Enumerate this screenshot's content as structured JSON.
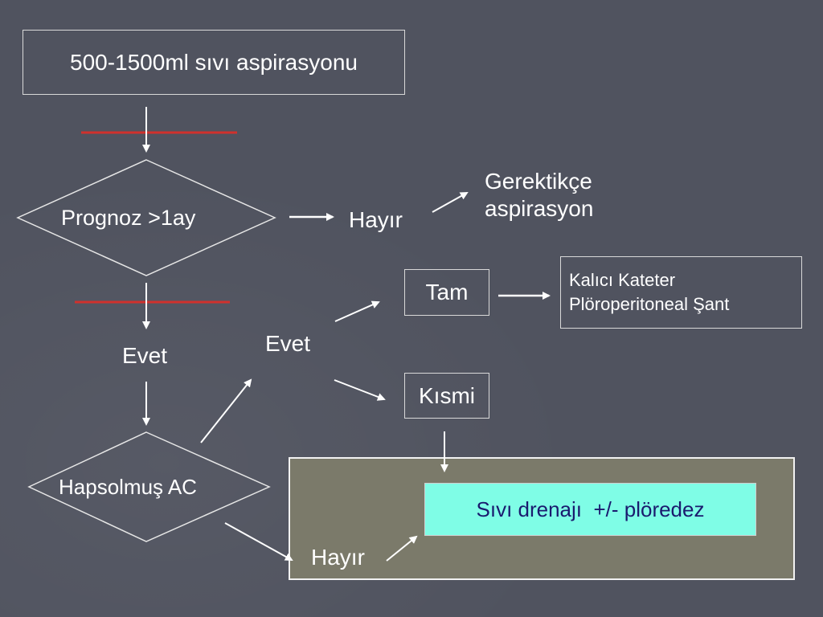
{
  "nodes": {
    "aspiration": "500-1500ml sıvı aspirasyonu",
    "prognosis": "Prognoz >1ay",
    "no_1": "Hayır",
    "as_needed": "Gerektikçe\naspirasyon",
    "yes_1": "Evet",
    "loculated": "Hapsolmuş AC",
    "yes_2": "Evet",
    "complete": "Tam",
    "partial": "Kısmi",
    "permanent": "Kalıcı Kateter\nPlöroperitoneal Şant",
    "drainage": "Sıvı drenajı  +/- plöredez",
    "no_2": "Hayır"
  },
  "colors": {
    "background": "#50535f",
    "line": "#ffffff",
    "red_bar": "#d0312d",
    "olive_panel": "#7b7a6a",
    "cyan_box": "#7ffde6",
    "cyan_text": "#1a1a6e"
  }
}
